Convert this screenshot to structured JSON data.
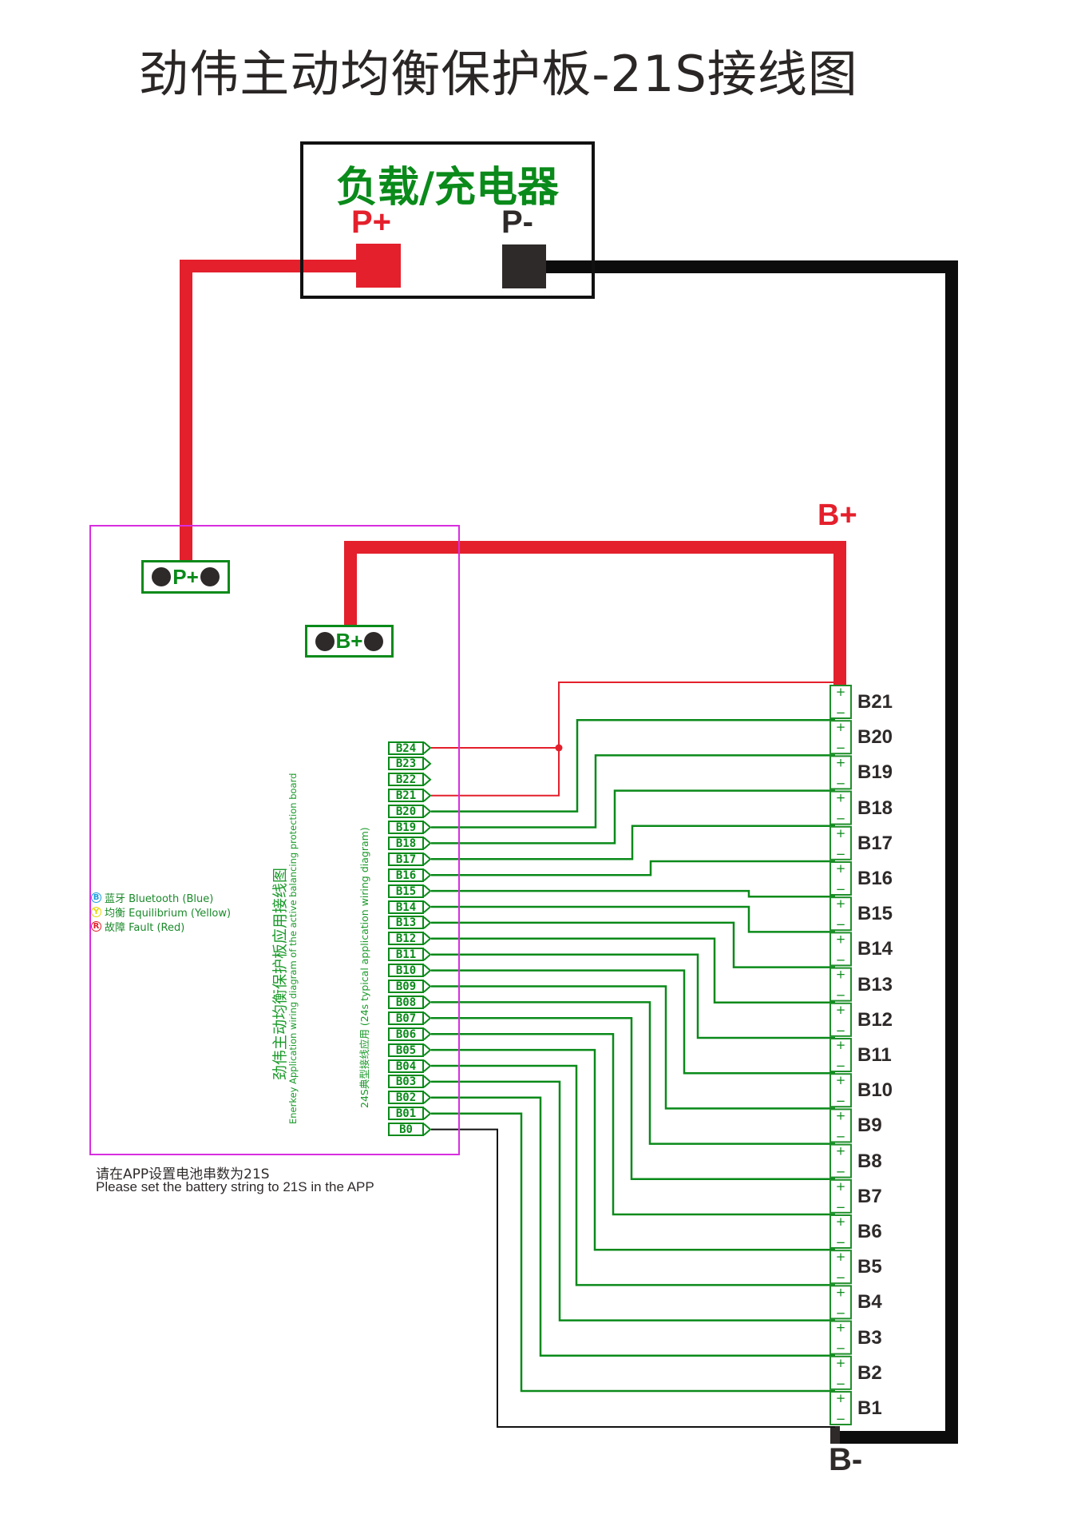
{
  "title": "劲伟主动均衡保护板-21S接线图",
  "load": {
    "title": "负载/充电器",
    "p_plus": "P+",
    "p_minus": "P-"
  },
  "battery_terminals": {
    "b_plus": "B+",
    "b_minus": "B-"
  },
  "board": {
    "pad_p_plus": "P+",
    "pad_b_plus": "B+",
    "connectors": [
      "B24",
      "B23",
      "B22",
      "B21",
      "B20",
      "B19",
      "B18",
      "B17",
      "B16",
      "B15",
      "B14",
      "B13",
      "B12",
      "B11",
      "B10",
      "B09",
      "B08",
      "B07",
      "B06",
      "B05",
      "B04",
      "B03",
      "B02",
      "B01",
      "B0"
    ],
    "legend": [
      {
        "badge": "B",
        "text": "蓝牙 Bluetooth (Blue)",
        "color": "#1aa0e0"
      },
      {
        "badge": "Y",
        "text": "均衡 Equilibrium (Yellow)",
        "color": "#e8d800"
      },
      {
        "badge": "R",
        "text": "故障 Fault  (Red)",
        "color": "#e4202c"
      }
    ],
    "vertical_title_cn": "劲伟主动均衡保护板应用接线图",
    "vertical_title_en": "Enerkey Application wiring diagram of the active balancing protection board",
    "vertical_note": "24S典型接线应用  (24s typical application wiring diagram)"
  },
  "cells": [
    "B21",
    "B20",
    "B19",
    "B18",
    "B17",
    "B16",
    "B15",
    "B14",
    "B13",
    "B12",
    "B11",
    "B10",
    "B9",
    "B8",
    "B7",
    "B6",
    "B5",
    "B4",
    "B3",
    "B2",
    "B1"
  ],
  "cell_polarity": {
    "plus": "+",
    "minus": "−"
  },
  "note": {
    "cn": "请在APP设置电池串数为21S",
    "en": "Please set the battery string to 21S in the APP"
  },
  "colors": {
    "positive_wire": "#e4202c",
    "negative_wire": "#0c0c0c",
    "sense_wire": "#0a8a1a",
    "board_outline": "#d82ee0"
  }
}
